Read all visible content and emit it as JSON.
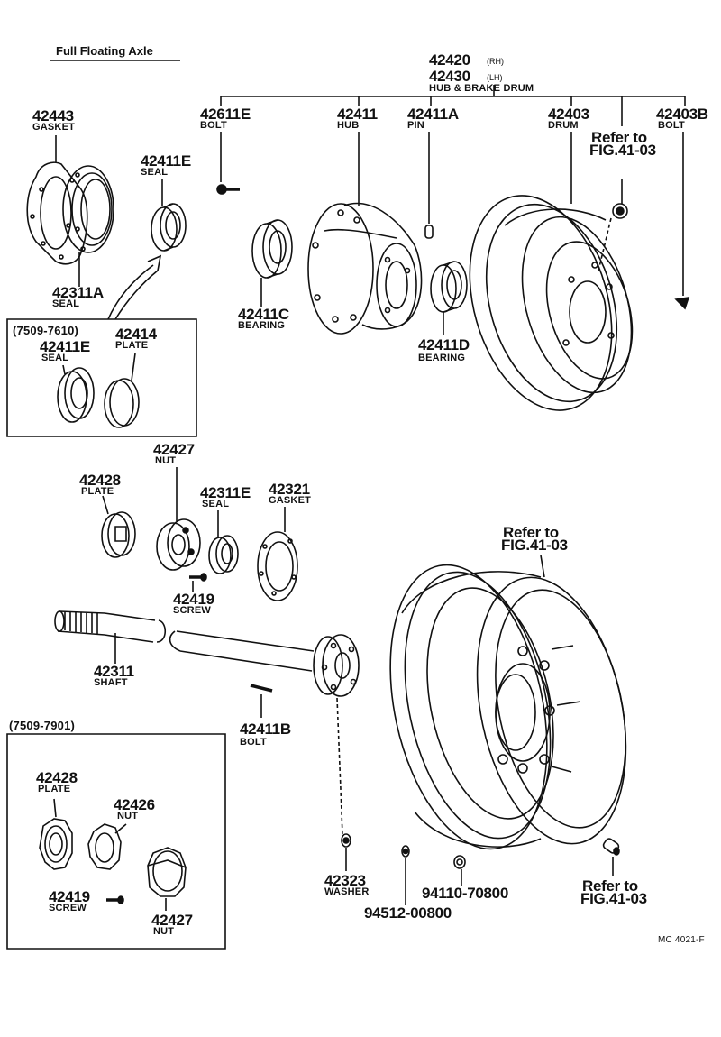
{
  "title": "Full Floating Axle",
  "figure_code": "MC 4021-F",
  "assembly": {
    "num_rh": "42420",
    "tag_rh": "(RH)",
    "num_lh": "42430",
    "tag_lh": "(LH)",
    "name": "HUB & BRAKE DRUM"
  },
  "boxes": {
    "box1_range": "(7509-7610)",
    "box2_range": "(7509-7901)"
  },
  "parts": {
    "p42443": {
      "num": "42443",
      "name": "GASKET"
    },
    "p42311A": {
      "num": "42311A",
      "name": "SEAL"
    },
    "p42411E": {
      "num": "42411E",
      "name": "SEAL"
    },
    "p42611E": {
      "num": "42611E",
      "name": "BOLT"
    },
    "p42411": {
      "num": "42411",
      "name": "HUB"
    },
    "p42411A": {
      "num": "42411A",
      "name": "PIN"
    },
    "p42403": {
      "num": "42403",
      "name": "DRUM"
    },
    "p42403B": {
      "num": "42403B",
      "name": "BOLT"
    },
    "ref_drum": {
      "line1": "Refer to",
      "line2": "FIG.41-03"
    },
    "p42411C": {
      "num": "42411C",
      "name": "BEARING"
    },
    "p42411D": {
      "num": "42411D",
      "name": "BEARING"
    },
    "b1_42411E": {
      "num": "42411E",
      "name": "SEAL"
    },
    "b1_42414": {
      "num": "42414",
      "name": "PLATE"
    },
    "p42428": {
      "num": "42428",
      "name": "PLATE"
    },
    "p42427": {
      "num": "42427",
      "name": "NUT"
    },
    "p42311E": {
      "num": "42311E",
      "name": "SEAL"
    },
    "p42321": {
      "num": "42321",
      "name": "GASKET"
    },
    "p42419": {
      "num": "42419",
      "name": "SCREW"
    },
    "p42311": {
      "num": "42311",
      "name": "SHAFT"
    },
    "p42411B": {
      "num": "42411B",
      "name": "BOLT"
    },
    "ref_wheel": {
      "line1": "Refer to",
      "line2": "FIG.41-03"
    },
    "b2_42428": {
      "num": "42428",
      "name": "PLATE"
    },
    "b2_42426": {
      "num": "42426",
      "name": "NUT"
    },
    "b2_42419": {
      "num": "42419",
      "name": "SCREW"
    },
    "b2_42427": {
      "num": "42427",
      "name": "NUT"
    },
    "p42323": {
      "num": "42323",
      "name": "WASHER"
    },
    "p94110": {
      "num": "94110-70800"
    },
    "p94512": {
      "num": "94512-00800"
    },
    "ref_nut": {
      "line1": "Refer to",
      "line2": "FIG.41-03"
    }
  }
}
